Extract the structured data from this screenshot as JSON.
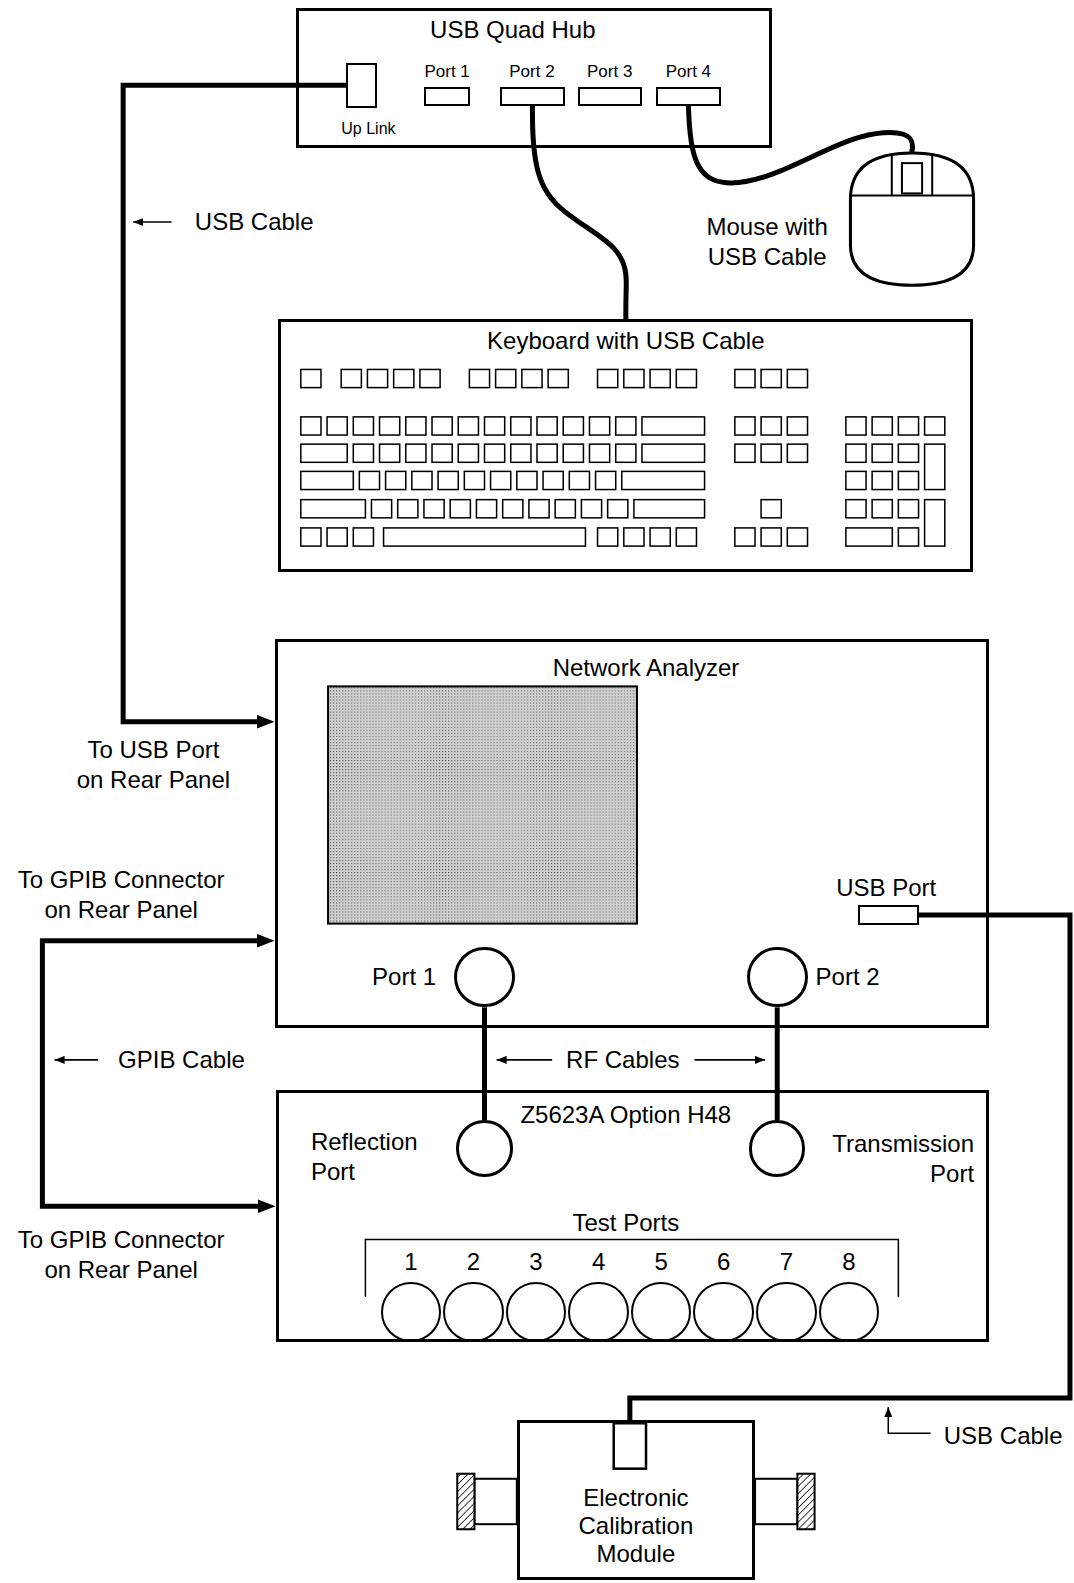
{
  "diagram": {
    "nodes": [
      {
        "text": [
          "USB Quad Hub"
        ]
      },
      {
        "text": [
          "Up Link"
        ],
        "in": 0
      },
      {
        "text": [
          "Port 1"
        ],
        "in": 0
      },
      {
        "text": [
          "Port 2"
        ],
        "in": 0
      },
      {
        "text": [
          "Port 3"
        ],
        "in": 0
      },
      {
        "text": [
          "Port 4"
        ],
        "in": 0
      },
      {
        "text": [
          "Mouse with USB Cable"
        ]
      },
      {
        "text": [
          "Keyboard with USB Cable"
        ]
      },
      {
        "text": [
          "Network Analyzer"
        ]
      },
      {
        "text": [
          "Port 1"
        ],
        "in": 8
      },
      {
        "text": [
          "Port 2"
        ],
        "in": 8
      },
      {
        "text": [
          "USB Port"
        ],
        "in": 8
      },
      {
        "text": [
          "Z5623A Option H48"
        ]
      },
      {
        "text": [
          "Reflection Port"
        ],
        "in": 12
      },
      {
        "text": [
          "Transmission Port"
        ],
        "in": 12
      },
      {
        "text": [
          "1"
        ],
        "in": 12
      },
      {
        "text": [
          "2"
        ],
        "in": 12
      },
      {
        "text": [
          "3"
        ],
        "in": 12
      },
      {
        "text": [
          "4"
        ],
        "in": 12
      },
      {
        "text": [
          "5"
        ],
        "in": 12
      },
      {
        "text": [
          "6"
        ],
        "in": 12
      },
      {
        "text": [
          "7"
        ],
        "in": 12
      },
      {
        "text": [
          "8"
        ],
        "in": 12
      },
      {
        "text": [
          "Electronic Calibration Module"
        ]
      }
    ],
    "edges": [
      {
        "from": 1,
        "to": 8,
        "arrow": "to"
      },
      {
        "from": 3,
        "to": 7,
        "arrow": "none"
      },
      {
        "from": 5,
        "to": 6,
        "arrow": "none"
      },
      {
        "from": 9,
        "to": 13,
        "arrow": "none"
      },
      {
        "from": 10,
        "to": 14,
        "arrow": "none"
      },
      {
        "from": 8,
        "to": 12,
        "arrow": "both"
      },
      {
        "from": 11,
        "to": 23,
        "arrow": "none"
      }
    ],
    "labels": [
      "USB Cable",
      "To USB Port on Rear Panel",
      "To GPIB Connector on Rear Panel",
      "GPIB Cable",
      "RF Cables",
      "Test Ports",
      "To GPIB Connector on Rear Panel",
      "USB Cable"
    ]
  }
}
